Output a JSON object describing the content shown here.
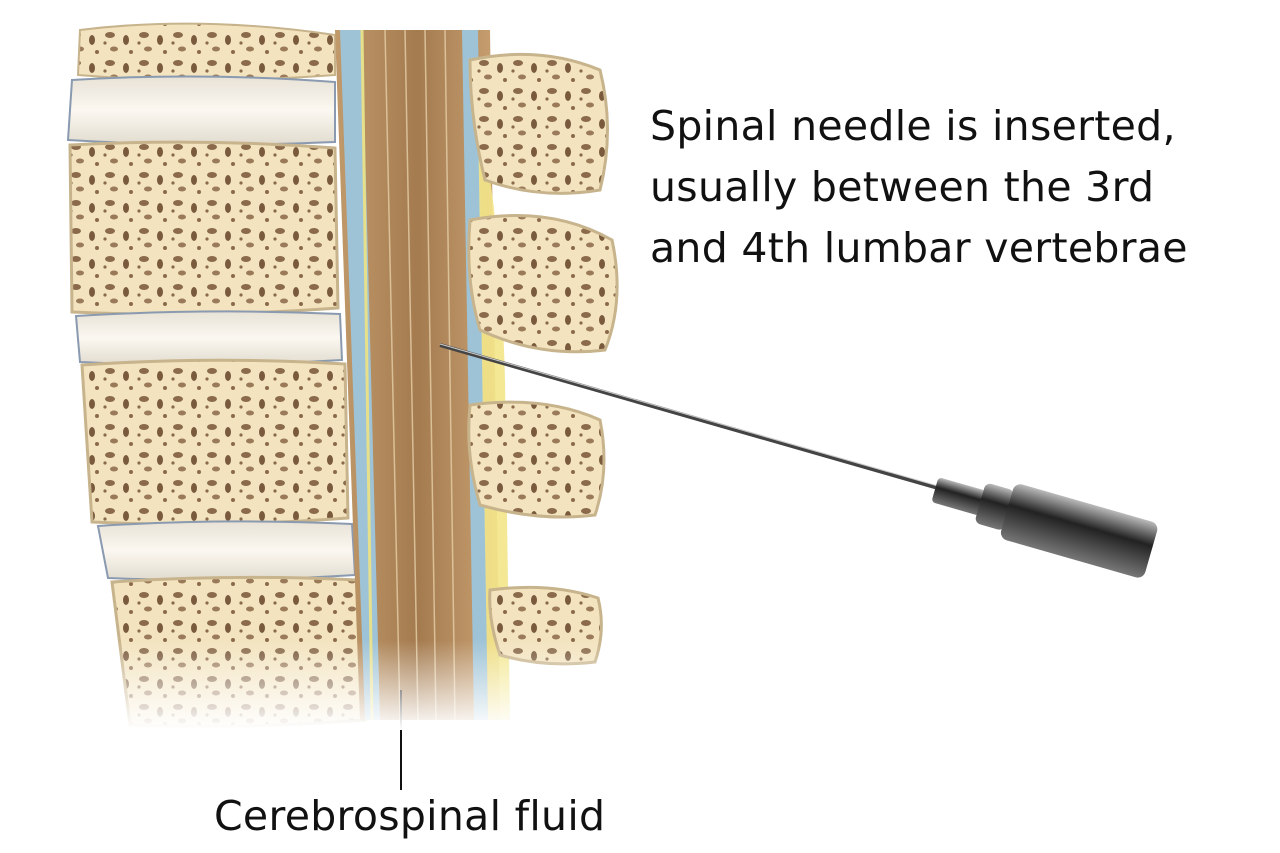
{
  "annotations": {
    "needle_text": [
      "Spinal needle is inserted,",
      "usually between the 3rd",
      "and 4th lumbar vertebrae"
    ],
    "csf_label": "Cerebrospinal fluid"
  },
  "colors": {
    "bone": "#f3e4bf",
    "bone_pore": "#8a6a4a",
    "disc": "#f1ede4",
    "canal": "#b08a5e",
    "csf": "#9fc3d6",
    "fat": "#f3e58a",
    "needle": "#555555"
  }
}
